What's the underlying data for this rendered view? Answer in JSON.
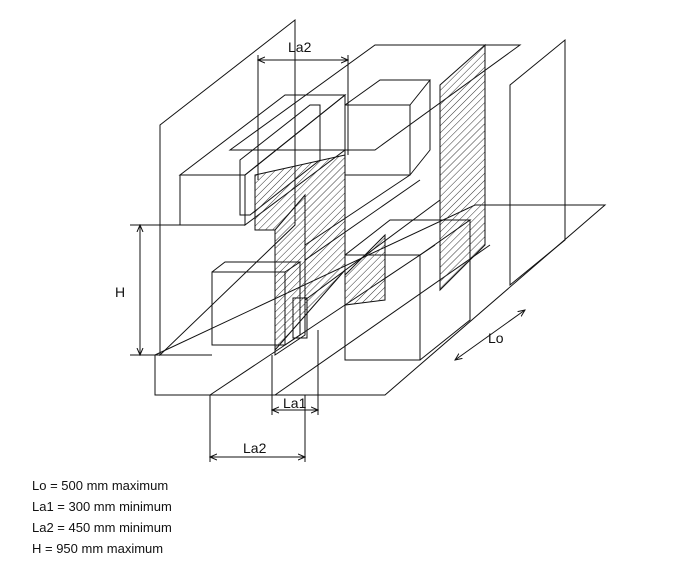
{
  "labels": {
    "la2_top": "La2",
    "h": "H",
    "lo": "Lo",
    "la1": "La1",
    "la2_bottom": "La2"
  },
  "legend": [
    "Lo = 500 mm maximum",
    "La1 = 300 mm minimum",
    "La2 = 450 mm minimum",
    "H = 950 mm maximum"
  ]
}
